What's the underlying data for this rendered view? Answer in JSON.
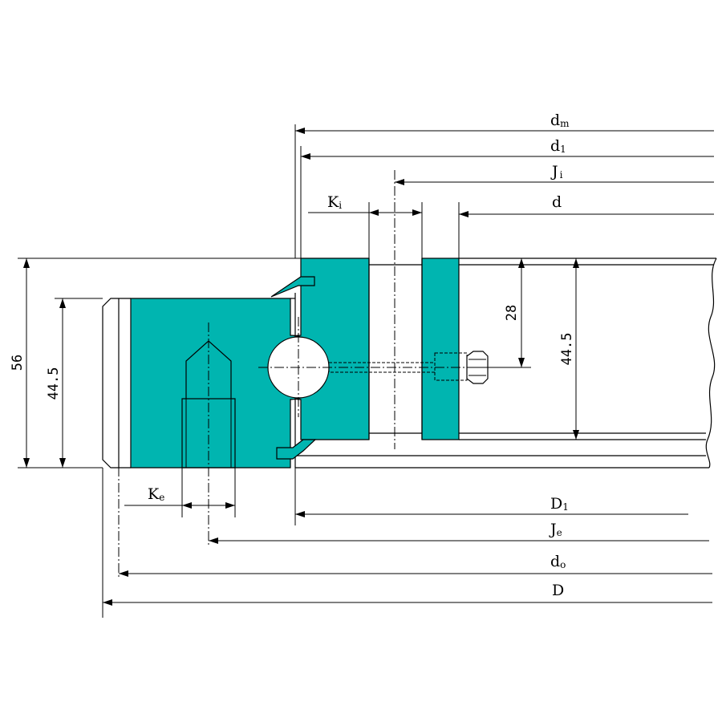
{
  "dimensions": {
    "dm": {
      "main": "d",
      "sub": "m"
    },
    "d1": {
      "main": "d",
      "sub": "1"
    },
    "Ji": {
      "main": "J",
      "sub": "i"
    },
    "d": {
      "main": "d",
      "sub": ""
    },
    "Ki": {
      "main": "K",
      "sub": "i"
    },
    "Ke": {
      "main": "K",
      "sub": "e"
    },
    "D1": {
      "main": "D",
      "sub": "1"
    },
    "Je": {
      "main": "J",
      "sub": "e"
    },
    "do": {
      "main": "d",
      "sub": "o"
    },
    "D": {
      "main": "D",
      "sub": ""
    }
  },
  "heights": {
    "total": "56",
    "outer_ring": "44.5",
    "inner_ring": "44.5",
    "inner_offset": "28"
  },
  "colors": {
    "ring_fill": "#00b5b0",
    "line": "#000000"
  }
}
